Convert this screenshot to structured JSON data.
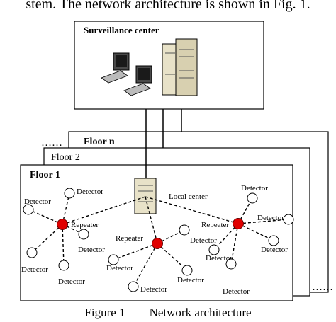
{
  "header_text": "stem. The network architecture is shown in Fig. 1.",
  "surveillance": {
    "title": "Surveillance center"
  },
  "floors": {
    "floor_n": "Floor n",
    "floor_2": "Floor 2",
    "floor_1": "Floor 1",
    "dots_left": "……",
    "dots_right": "……"
  },
  "local_center": {
    "label": "Local center"
  },
  "repeater_label": "Repeater",
  "detector_label": "Detector",
  "caption": {
    "figure": "Figure 1",
    "title": "Network architecture"
  },
  "colors": {
    "repeater": "#e00000",
    "line": "#000000"
  }
}
